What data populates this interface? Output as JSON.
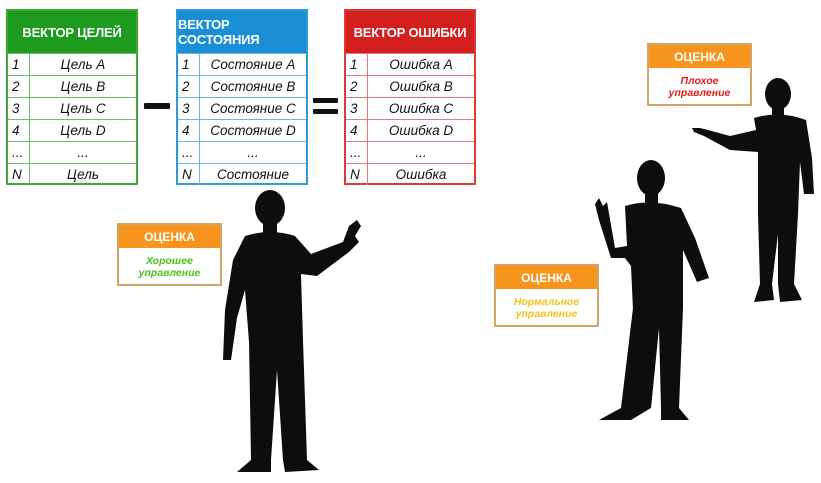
{
  "vectors": {
    "goals": {
      "title": "ВЕКТОР ЦЕЛЕЙ",
      "color": "#1e9a1e",
      "rows": [
        {
          "idx": "1",
          "val": "Цель A"
        },
        {
          "idx": "2",
          "val": "Цель B"
        },
        {
          "idx": "3",
          "val": "Цель C"
        },
        {
          "idx": "4",
          "val": "Цель D"
        },
        {
          "idx": "...",
          "val": "..."
        },
        {
          "idx": "N",
          "val": "Цель"
        }
      ]
    },
    "state": {
      "title": "ВЕКТОР СОСТОЯНИЯ",
      "color": "#1b8fd6",
      "rows": [
        {
          "idx": "1",
          "val": "Состояние A"
        },
        {
          "idx": "2",
          "val": "Состояние B"
        },
        {
          "idx": "3",
          "val": "Состояние C"
        },
        {
          "idx": "4",
          "val": "Состояние D"
        },
        {
          "idx": "...",
          "val": "..."
        },
        {
          "idx": "N",
          "val": "Состояние"
        }
      ]
    },
    "error": {
      "title": "ВЕКТОР ОШИБКИ",
      "color": "#d41f1f",
      "rows": [
        {
          "idx": "1",
          "val": "Ошибка A"
        },
        {
          "idx": "2",
          "val": "Ошибка B"
        },
        {
          "idx": "3",
          "val": "Ошибка C"
        },
        {
          "idx": "4",
          "val": "Ошибка D"
        },
        {
          "idx": "...",
          "val": "..."
        },
        {
          "idx": "N",
          "val": "Ошибка"
        }
      ]
    }
  },
  "badges": {
    "good": {
      "label": "ОЦЕНКА",
      "text": "Хорошее\nуправление",
      "color": "#4cc21d"
    },
    "normal": {
      "label": "ОЦЕНКА",
      "text": "Нормальное\nуправление",
      "color": "#f2c21b"
    },
    "bad": {
      "label": "ОЦЕНКА",
      "text": "Плохое\nуправление",
      "color": "#e21b1b"
    }
  },
  "colors": {
    "badge_header": "#f7941d",
    "silhouette": "#0d0d0d"
  }
}
